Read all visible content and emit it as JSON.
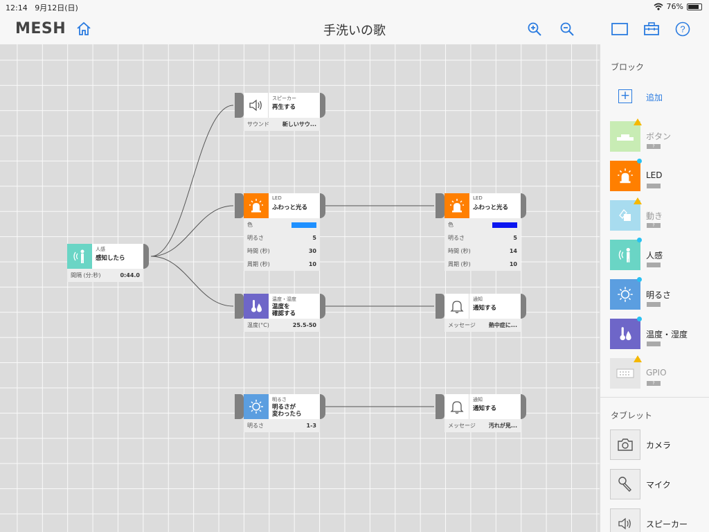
{
  "status_bar": {
    "time": "12:14",
    "date": "9月12日(日)",
    "battery": "76%",
    "battery_level": 0.76
  },
  "header": {
    "logo": "MESH",
    "title": "手洗いの歌"
  },
  "blocks": {
    "motion": {
      "category": "人感",
      "action": "感知したら",
      "params": [
        {
          "label": "間隔 (分:秒)",
          "value": "0:44.0"
        }
      ]
    },
    "speaker": {
      "category": "スピーカー",
      "action": "再生する",
      "params": [
        {
          "label": "サウンド",
          "value": "新しいサウ..."
        }
      ]
    },
    "led1": {
      "category": "LED",
      "action": "ふわっと光る",
      "color": "#1e90ff",
      "params": [
        {
          "label": "色",
          "value": ""
        },
        {
          "label": "明るさ",
          "value": "5"
        },
        {
          "label": "時間 (秒)",
          "value": "30"
        },
        {
          "label": "周期 (秒)",
          "value": "10"
        }
      ]
    },
    "led2": {
      "category": "LED",
      "action": "ふわっと光る",
      "color": "#0b16f0",
      "params": [
        {
          "label": "色",
          "value": ""
        },
        {
          "label": "明るさ",
          "value": "5"
        },
        {
          "label": "時間 (秒)",
          "value": "14"
        },
        {
          "label": "周期 (秒)",
          "value": "10"
        }
      ]
    },
    "temp": {
      "category": "温度・湿度",
      "action_l1": "温度を",
      "action_l2": "確認する",
      "params": [
        {
          "label": "温度(°C)",
          "value": "25.5-50"
        }
      ]
    },
    "notify1": {
      "category": "通知",
      "action": "通知する",
      "params": [
        {
          "label": "メッセージ",
          "value": "熱中症に..."
        }
      ]
    },
    "bright": {
      "category": "明るさ",
      "action_l1": "明るさが",
      "action_l2": "変わったら",
      "params": [
        {
          "label": "明るさ",
          "value": "1-3"
        }
      ]
    },
    "notify2": {
      "category": "通知",
      "action": "通知する",
      "params": [
        {
          "label": "メッセージ",
          "value": "汚れが見..."
        }
      ]
    }
  },
  "sidebar": {
    "blocks_heading": "ブロック",
    "add_label": "追加",
    "items": [
      {
        "label": "ボタン",
        "badge": "?",
        "status": "warning",
        "icon": "button-block-icon",
        "color": "#c8ecb4"
      },
      {
        "label": "LED",
        "badge": "",
        "status": "connected",
        "icon": "led-icon",
        "color": "#ff7f00"
      },
      {
        "label": "動き",
        "badge": "?",
        "status": "warning",
        "icon": "move-block-icon",
        "color": "#a8dcef"
      },
      {
        "label": "人感",
        "badge": "",
        "status": "connected",
        "icon": "motion-sensor-icon",
        "color": "#6ad5c5"
      },
      {
        "label": "明るさ",
        "badge": "",
        "status": "connected",
        "icon": "brightness-icon",
        "color": "#5b9ee0"
      },
      {
        "label": "温度・湿度",
        "badge": "",
        "status": "connected",
        "icon": "temperature-icon",
        "color": "#6e66c8"
      },
      {
        "label": "GPIO",
        "badge": "?",
        "status": "warning",
        "icon": "gpio-icon",
        "color": "#e6e6e6"
      }
    ],
    "tablet_heading": "タブレット",
    "tablet_items": [
      {
        "label": "カメラ",
        "icon": "camera-icon"
      },
      {
        "label": "マイク",
        "icon": "microphone-icon"
      },
      {
        "label": "スピーカー",
        "icon": "speaker-icon"
      }
    ]
  }
}
